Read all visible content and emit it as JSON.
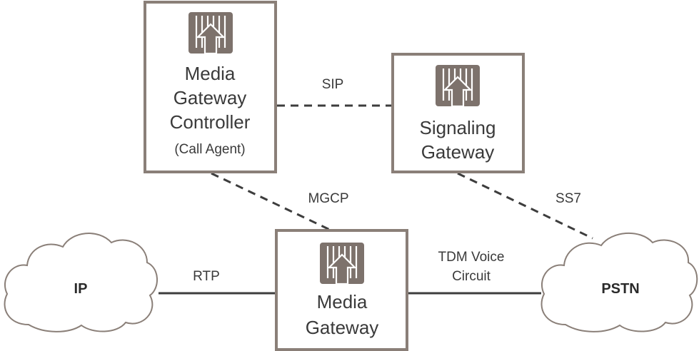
{
  "nodes": {
    "mgc": {
      "line1": "Media",
      "line2": "Gateway",
      "line3": "Controller",
      "sub": "(Call Agent)",
      "icon": "gateway-icon"
    },
    "sg": {
      "line1": "Signaling",
      "line2": "Gateway",
      "icon": "gateway-icon"
    },
    "mg": {
      "line1": "Media",
      "line2": "Gateway",
      "icon": "gateway-icon"
    }
  },
  "clouds": {
    "ip": "IP",
    "pstn": "PSTN"
  },
  "links": {
    "sip": "SIP",
    "mgcp": "MGCP",
    "ss7": "SS7",
    "rtp": "RTP",
    "tdm_line1": "TDM Voice",
    "tdm_line2": "Circuit"
  },
  "colors": {
    "box_border": "#8a7f78",
    "icon": "#7d726c",
    "line": "#3d3d3d"
  }
}
